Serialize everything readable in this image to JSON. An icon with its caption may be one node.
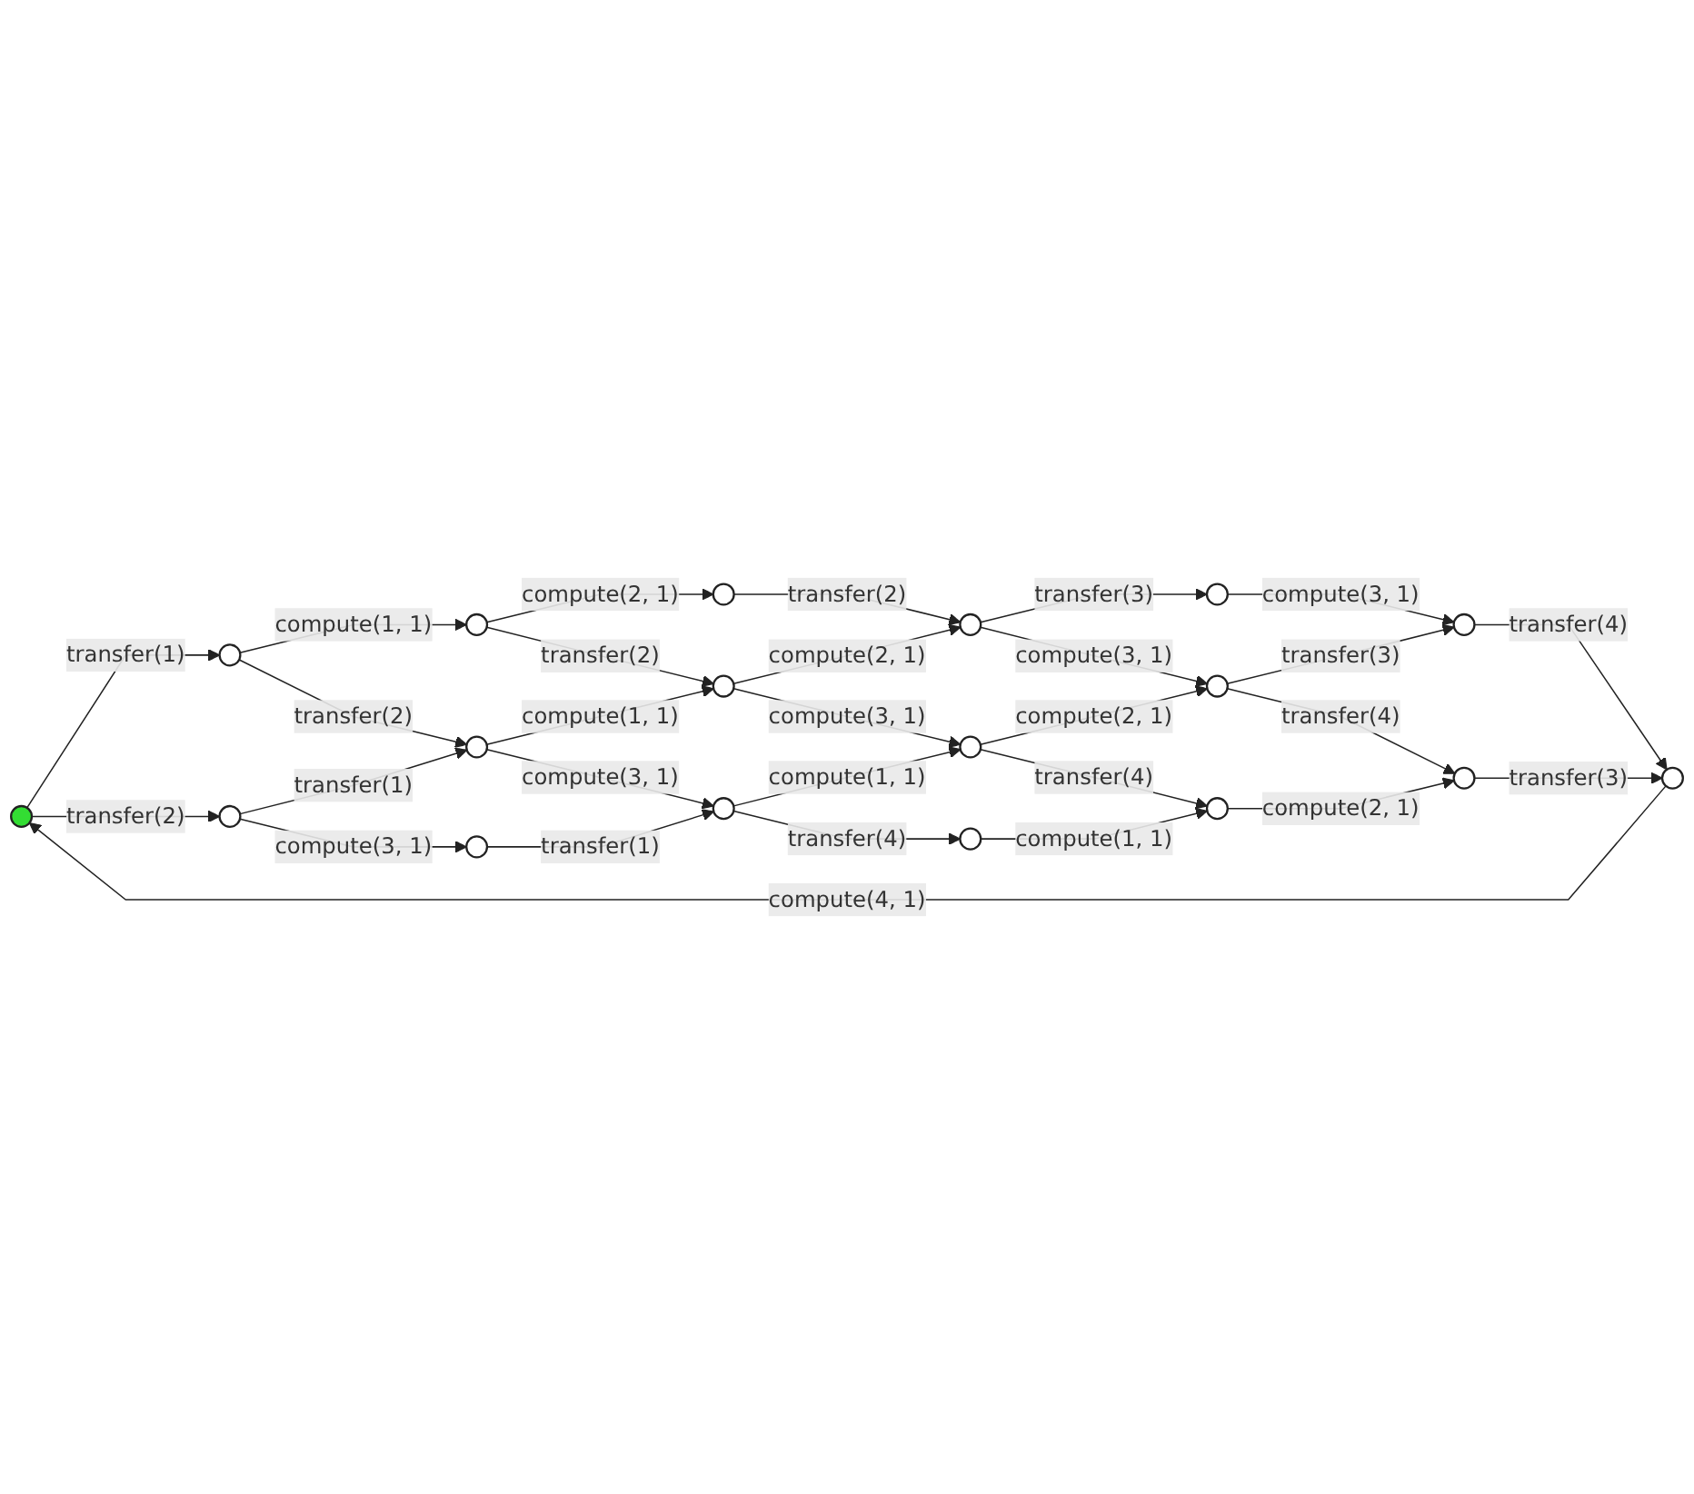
{
  "diagram": {
    "nodes": [
      {
        "text": [],
        "shape": "circle"
      },
      {
        "text": [],
        "shape": "circle"
      },
      {
        "text": [],
        "shape": "circle"
      },
      {
        "text": [],
        "shape": "circle"
      },
      {
        "text": [],
        "shape": "circle"
      },
      {
        "text": [],
        "shape": "circle"
      },
      {
        "text": [],
        "shape": "circle"
      },
      {
        "text": [],
        "shape": "circle"
      },
      {
        "text": [],
        "shape": "circle"
      },
      {
        "text": [],
        "shape": "circle"
      },
      {
        "text": [],
        "shape": "circle"
      },
      {
        "text": [],
        "shape": "circle"
      },
      {
        "text": [],
        "shape": "circle"
      },
      {
        "text": [],
        "shape": "circle"
      },
      {
        "text": [],
        "shape": "circle"
      },
      {
        "text": [],
        "shape": "circle"
      },
      {
        "text": [],
        "shape": "circle"
      },
      {
        "text": [],
        "shape": "circle"
      }
    ],
    "edges": [
      {
        "from": 0,
        "to": 10,
        "arrow": "to",
        "label": "transfer(1)"
      },
      {
        "from": 0,
        "to": 13,
        "arrow": "to",
        "label": "transfer(2)"
      },
      {
        "from": 1,
        "to": 0,
        "arrow": "to",
        "label": "compute(4, 1)"
      },
      {
        "from": 10,
        "to": 4,
        "arrow": "to",
        "label": "compute(1, 1)"
      },
      {
        "from": 4,
        "to": 2,
        "arrow": "to",
        "label": "compute(2, 1)"
      },
      {
        "from": 4,
        "to": 7,
        "arrow": "to",
        "label": "transfer(2)"
      },
      {
        "from": 2,
        "to": 5,
        "arrow": "to",
        "label": "transfer(2)"
      },
      {
        "from": 7,
        "to": 5,
        "arrow": "to",
        "label": "compute(2, 1)"
      },
      {
        "from": 5,
        "to": 3,
        "arrow": "to",
        "label": "transfer(3)"
      },
      {
        "from": 5,
        "to": 8,
        "arrow": "to",
        "label": "compute(3, 1)"
      },
      {
        "from": 3,
        "to": 6,
        "arrow": "to",
        "label": "compute(3, 1)"
      },
      {
        "from": 6,
        "to": 1,
        "arrow": "to",
        "label": "transfer(4)"
      },
      {
        "from": 8,
        "to": 6,
        "arrow": "to",
        "label": "transfer(3)"
      },
      {
        "from": 8,
        "to": 9,
        "arrow": "to",
        "label": "transfer(4)"
      },
      {
        "from": 9,
        "to": 1,
        "arrow": "to",
        "label": "transfer(3)"
      },
      {
        "from": 10,
        "to": 11,
        "arrow": "to",
        "label": "transfer(2)"
      },
      {
        "from": 11,
        "to": 7,
        "arrow": "to",
        "label": "compute(1, 1)"
      },
      {
        "from": 7,
        "to": 12,
        "arrow": "to",
        "label": "compute(3, 1)"
      },
      {
        "from": 12,
        "to": 8,
        "arrow": "to",
        "label": "compute(2, 1)"
      },
      {
        "from": 13,
        "to": 11,
        "arrow": "to",
        "label": "transfer(1)"
      },
      {
        "from": 13,
        "to": 15,
        "arrow": "to",
        "label": "compute(3, 1)"
      },
      {
        "from": 11,
        "to": 16,
        "arrow": "to",
        "label": "compute(3, 1)"
      },
      {
        "from": 15,
        "to": 16,
        "arrow": "to",
        "label": "transfer(1)"
      },
      {
        "from": 16,
        "to": 12,
        "arrow": "to",
        "label": "compute(1, 1)"
      },
      {
        "from": 12,
        "to": 14,
        "arrow": "to",
        "label": "transfer(4)"
      },
      {
        "from": 16,
        "to": 17,
        "arrow": "to",
        "label": "transfer(4)"
      },
      {
        "from": 17,
        "to": 14,
        "arrow": "to",
        "label": "compute(1, 1)"
      },
      {
        "from": 14,
        "to": 9,
        "arrow": "to",
        "label": "compute(2, 1)"
      }
    ]
  }
}
